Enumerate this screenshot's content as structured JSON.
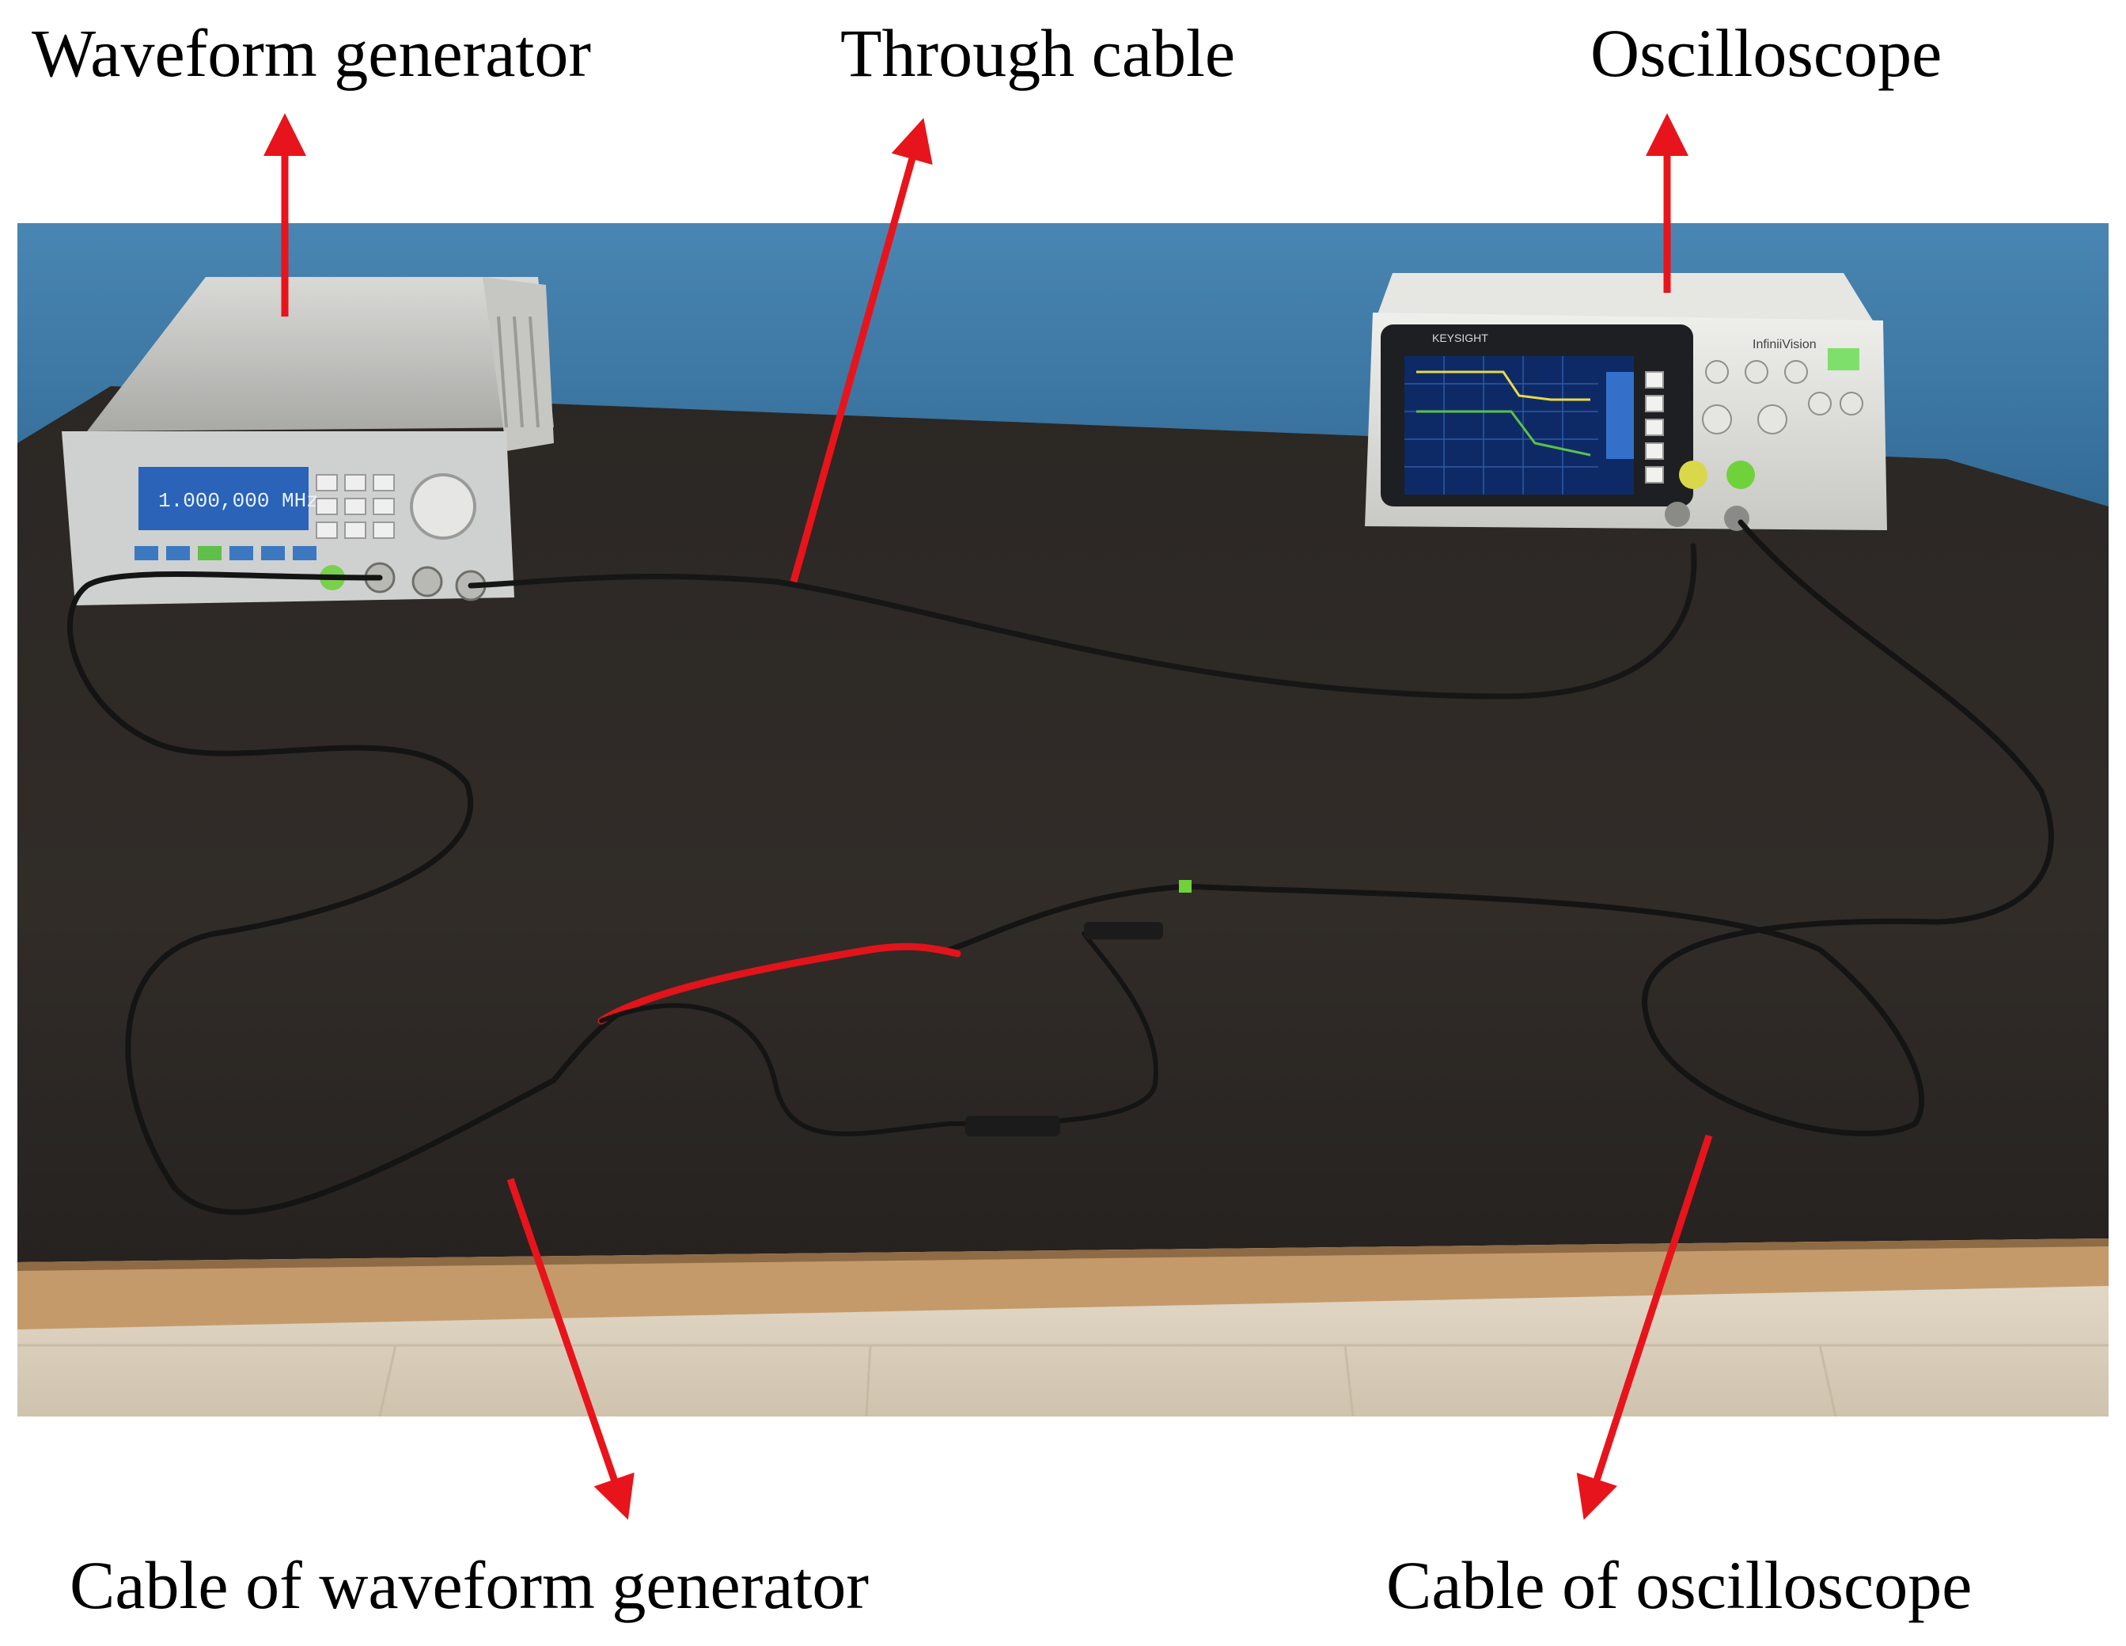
{
  "labels": {
    "waveform_generator": "Waveform generator",
    "through_cable": "Through cable",
    "oscilloscope": "Oscilloscope",
    "cable_waveform_generator": "Cable of waveform generator",
    "cable_oscilloscope": "Cable of oscilloscope"
  },
  "instruments": {
    "generator_display": "1.000,000 MHz",
    "scope_brand": "KEYSIGHT",
    "scope_series": "InfiniiVision"
  },
  "colors": {
    "arrow": "#e8141b",
    "wall": "#3f7aa7",
    "table_top": "#2e2a26",
    "table_edge": "#c49a6a",
    "floor": "#d7cbb8",
    "probe_red": "#e0141a",
    "probe_green": "#6fd23a"
  }
}
